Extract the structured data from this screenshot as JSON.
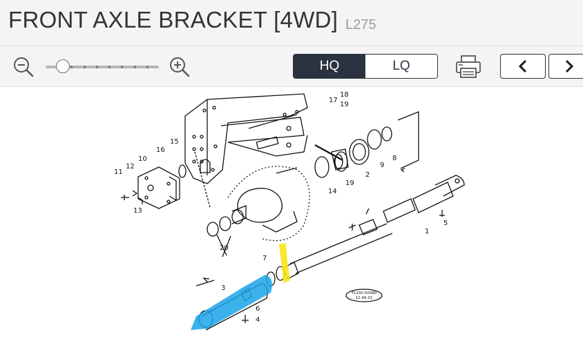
{
  "header": {
    "title": "FRONT AXLE BRACKET [4WD]",
    "code": "L275"
  },
  "toolbar": {
    "zoom_out_icon": "zoom-out-icon",
    "zoom_in_icon": "zoom-in-icon",
    "zoom_level": 0.15,
    "quality_options": [
      "HQ",
      "LQ"
    ],
    "quality_selected": "HQ",
    "print_icon": "printer-icon",
    "prev_icon": "chevron-left-icon",
    "next_icon": "chevron-right-icon"
  },
  "diagram": {
    "part_callouts": [
      "1",
      "2",
      "3",
      "4",
      "5",
      "6",
      "7",
      "8",
      "9",
      "10",
      "11",
      "12",
      "13",
      "14",
      "15",
      "16",
      "17",
      "18",
      "19",
      "19",
      "20"
    ],
    "stamp_lines": [
      "T1290-50080",
      "12-06-01"
    ],
    "highlight_colors": {
      "blue": "#1aa3e8",
      "yellow": "#f7e51a"
    }
  }
}
